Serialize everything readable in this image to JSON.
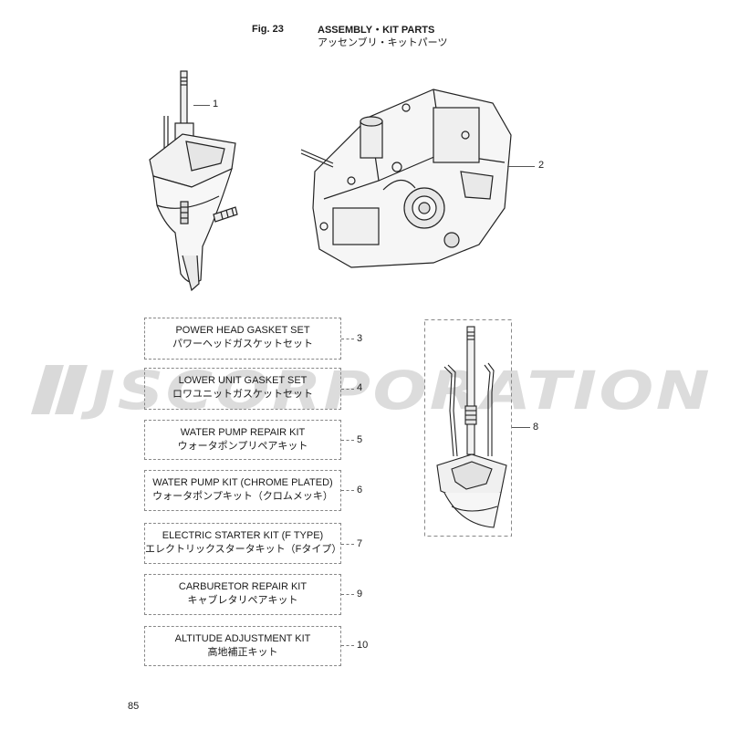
{
  "header": {
    "fig_label": "Fig. 23",
    "title_en": "ASSEMBLY・KIT PARTS",
    "title_jp": "アッセンブリ・キットパーツ"
  },
  "watermark_text": "JSCORPORATION",
  "callouts": {
    "c1": "1",
    "c2": "2",
    "c8": "8"
  },
  "kits": [
    {
      "number": "3",
      "en": "POWER HEAD GASKET SET",
      "jp": "パワーヘッドガスケットセット"
    },
    {
      "number": "4",
      "en": "LOWER UNIT GASKET SET",
      "jp": "ロワユニットガスケットセット"
    },
    {
      "number": "5",
      "en": "WATER PUMP REPAIR KIT",
      "jp": "ウォータポンプリペアキット"
    },
    {
      "number": "6",
      "en": "WATER PUMP KIT (CHROME PLATED)",
      "jp": "ウォータポンプキット（クロムメッキ）"
    },
    {
      "number": "7",
      "en": "ELECTRIC STARTER KIT (F TYPE)",
      "jp": "エレクトリックスタータキット（Fタイプ）"
    },
    {
      "number": "9",
      "en": "CARBURETOR REPAIR KIT",
      "jp": "キャブレタリペアキット"
    },
    {
      "number": "10",
      "en": "ALTITUDE ADJUSTMENT KIT",
      "jp": "高地補正キット"
    }
  ],
  "page_number": "85"
}
